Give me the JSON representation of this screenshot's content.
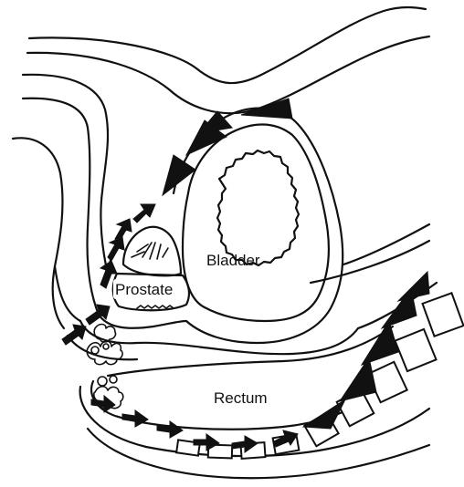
{
  "labels": {
    "bladder": "Bladder",
    "prostate": "Prostate",
    "rectum": "Rectum"
  },
  "colors": {
    "ink": "#111111",
    "background": "#ffffff"
  }
}
